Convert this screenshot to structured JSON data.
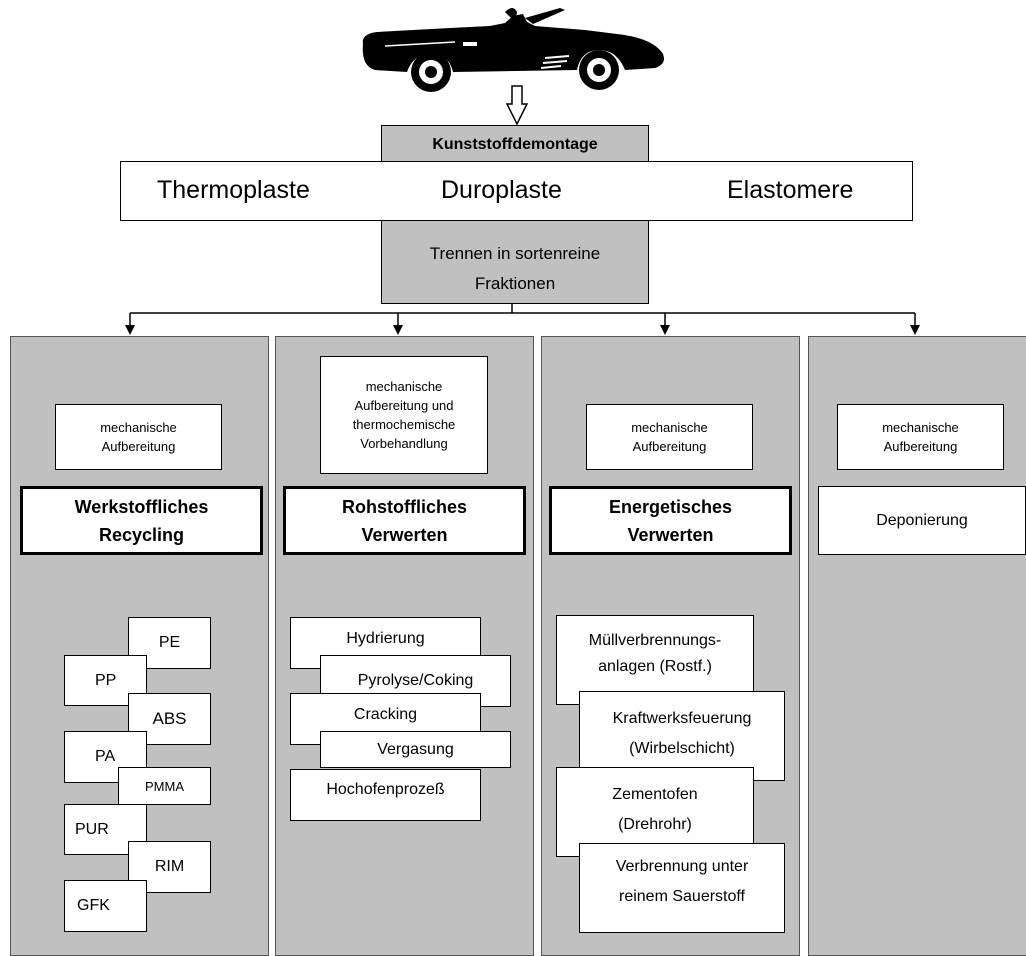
{
  "top": {
    "car_icon": "convertible-car-icon",
    "dismantling": "Kunststoffdemontage",
    "categories": [
      "Thermoplaste",
      "Duroplaste",
      "Elastomere"
    ],
    "separation": [
      "Trennen in sortenreine",
      "Fraktionen"
    ]
  },
  "columns": [
    {
      "process": [
        "mechanische",
        "Aufbereitung"
      ],
      "heading": [
        "Werkstoffliches",
        "Recycling"
      ],
      "materials": [
        "PE",
        "PP",
        "ABS",
        "PA",
        "PMMA",
        "PUR",
        "RIM",
        "GFK"
      ]
    },
    {
      "process": [
        "mechanische",
        "Aufbereitung und",
        "thermochemische",
        "Vorbehandlung"
      ],
      "heading": [
        "Rohstoffliches",
        "Verwerten"
      ],
      "methods": [
        "Hydrierung",
        "Pyrolyse/Coking",
        "Cracking",
        "Vergasung",
        "Hochofenprozeß"
      ]
    },
    {
      "process": [
        "mechanische",
        "Aufbereitung"
      ],
      "heading": [
        "Energetisches",
        "Verwerten"
      ],
      "methods": [
        [
          "Müllverbrennungs-",
          "anlagen (Rostf.)"
        ],
        [
          "Kraftwerksfeuerung",
          "(Wirbelschicht)"
        ],
        [
          "Zementofen",
          "(Drehrohr)"
        ],
        [
          "Verbrennung unter",
          "reinem Sauerstoff"
        ]
      ]
    },
    {
      "process": [
        "mechanische",
        "Aufbereitung"
      ],
      "heading": "Deponierung"
    }
  ]
}
